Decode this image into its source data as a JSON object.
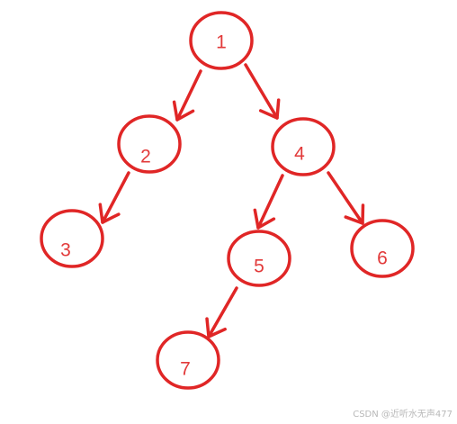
{
  "diagram": {
    "type": "binary-tree",
    "colors": {
      "stroke": "#e02626",
      "label": "#e23a3a"
    },
    "nodes": [
      {
        "id": "1",
        "label": "1"
      },
      {
        "id": "2",
        "label": "2"
      },
      {
        "id": "3",
        "label": "3"
      },
      {
        "id": "4",
        "label": "4"
      },
      {
        "id": "5",
        "label": "5"
      },
      {
        "id": "6",
        "label": "6"
      },
      {
        "id": "7",
        "label": "7"
      }
    ],
    "edges": [
      {
        "from": "1",
        "to": "2"
      },
      {
        "from": "1",
        "to": "4"
      },
      {
        "from": "2",
        "to": "3"
      },
      {
        "from": "4",
        "to": "5"
      },
      {
        "from": "4",
        "to": "6"
      },
      {
        "from": "5",
        "to": "7"
      }
    ]
  },
  "watermark": {
    "text": "CSDN @近听水无声477"
  }
}
